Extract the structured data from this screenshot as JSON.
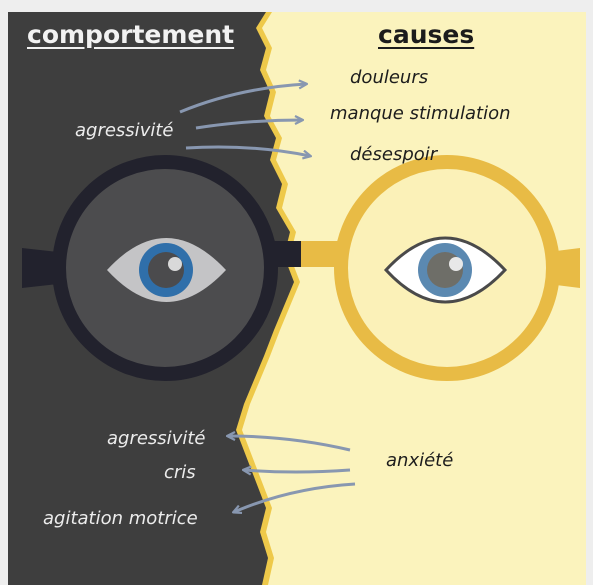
{
  "headings": {
    "left": "comportement",
    "right": "causes"
  },
  "top": {
    "behavior": "agressivité",
    "causes": [
      "douleurs",
      "manque stimulation",
      "désespoir"
    ]
  },
  "bottom": {
    "cause": "anxiété",
    "behaviors": [
      "agressivité",
      "cris",
      "agitation motrice"
    ]
  },
  "colors": {
    "dark_panel": "#3e3e3e",
    "light_panel": "#fbf3bd",
    "torn_edge": "#eec94a",
    "dark_frame": "#22222d",
    "gold_frame": "#e8bb45",
    "arrow": "#8897b0",
    "iris": "#2f6faa"
  }
}
